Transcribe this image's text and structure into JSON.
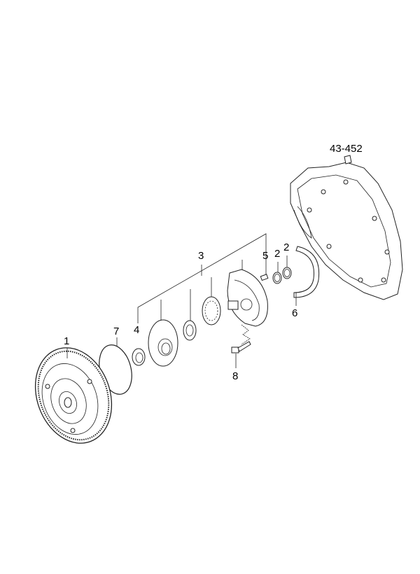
{
  "diagram": {
    "callouts": [
      {
        "id": "43-452",
        "label": "43-452"
      },
      {
        "id": "3",
        "label": "3"
      },
      {
        "id": "5",
        "label": "5"
      },
      {
        "id": "2a",
        "label": "2"
      },
      {
        "id": "2b",
        "label": "2"
      },
      {
        "id": "6",
        "label": "6"
      },
      {
        "id": "7",
        "label": "7"
      },
      {
        "id": "4",
        "label": "4"
      },
      {
        "id": "1",
        "label": "1"
      },
      {
        "id": "8",
        "label": "8"
      }
    ]
  }
}
